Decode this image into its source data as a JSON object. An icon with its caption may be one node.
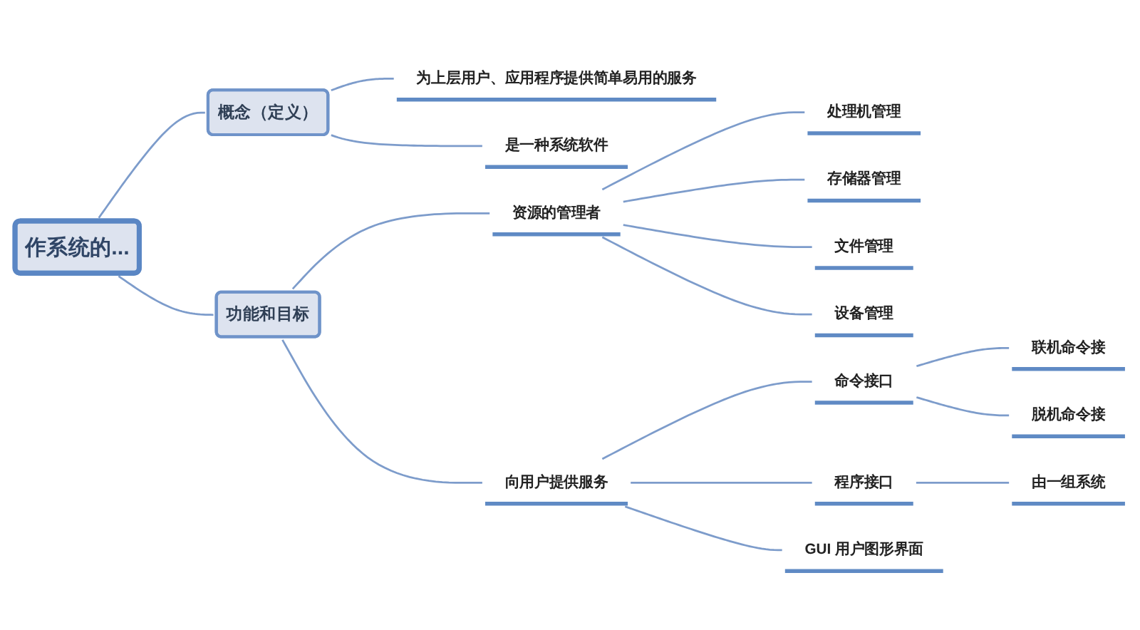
{
  "diagram": {
    "nodes": [
      {
        "text": [
          "作系统的..."
        ]
      },
      {
        "text": [
          "概念（定义）"
        ]
      },
      {
        "text": [
          "为上层用户、应用程序提供简单易用的服务"
        ]
      },
      {
        "text": [
          "是一种系统软件"
        ]
      },
      {
        "text": [
          "功能和目标"
        ]
      },
      {
        "text": [
          "资源的管理者"
        ]
      },
      {
        "text": [
          "处理机管理"
        ]
      },
      {
        "text": [
          "存储器管理"
        ]
      },
      {
        "text": [
          "文件管理"
        ]
      },
      {
        "text": [
          "设备管理"
        ]
      },
      {
        "text": [
          "向用户提供服务"
        ]
      },
      {
        "text": [
          "命令接口"
        ]
      },
      {
        "text": [
          "联机命令接"
        ]
      },
      {
        "text": [
          "脱机命令接"
        ]
      },
      {
        "text": [
          "程序接口"
        ]
      },
      {
        "text": [
          "由一组系统"
        ]
      },
      {
        "text": [
          "GUI 用户图形界面"
        ]
      }
    ],
    "edges": [
      {
        "from": 0,
        "to": 1,
        "arrow": "none"
      },
      {
        "from": 1,
        "to": 2,
        "arrow": "none"
      },
      {
        "from": 1,
        "to": 3,
        "arrow": "none"
      },
      {
        "from": 0,
        "to": 4,
        "arrow": "none"
      },
      {
        "from": 4,
        "to": 5,
        "arrow": "none"
      },
      {
        "from": 5,
        "to": 6,
        "arrow": "none"
      },
      {
        "from": 5,
        "to": 7,
        "arrow": "none"
      },
      {
        "from": 5,
        "to": 8,
        "arrow": "none"
      },
      {
        "from": 5,
        "to": 9,
        "arrow": "none"
      },
      {
        "from": 4,
        "to": 10,
        "arrow": "none"
      },
      {
        "from": 10,
        "to": 11,
        "arrow": "none"
      },
      {
        "from": 11,
        "to": 12,
        "arrow": "none"
      },
      {
        "from": 11,
        "to": 13,
        "arrow": "none"
      },
      {
        "from": 10,
        "to": 14,
        "arrow": "none"
      },
      {
        "from": 14,
        "to": 15,
        "arrow": "none"
      },
      {
        "from": 10,
        "to": 16,
        "arrow": "none"
      }
    ]
  }
}
